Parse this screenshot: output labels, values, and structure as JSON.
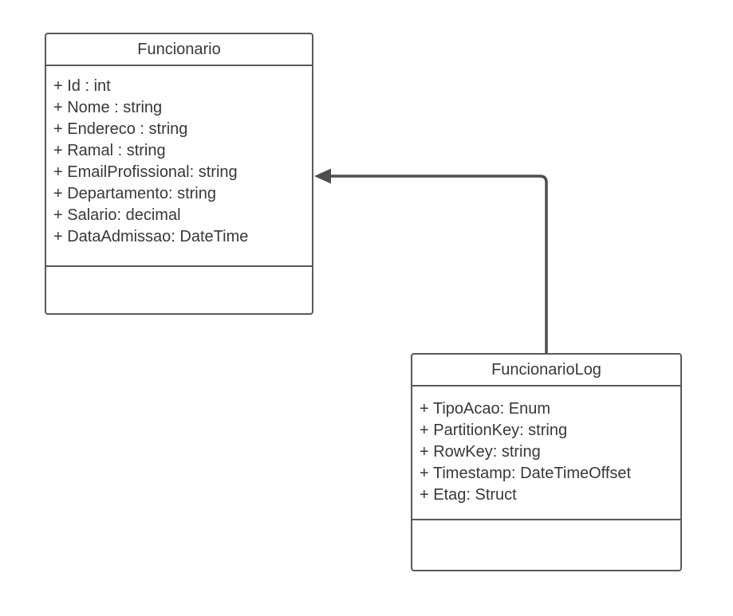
{
  "diagram": {
    "type": "uml-class-diagram",
    "colors": {
      "background": "#ffffff",
      "border": "#595959",
      "text": "#383838",
      "connector": "#4d4d4d"
    },
    "classes": [
      {
        "name": "Funcionario",
        "attributes": [
          "+ Id : int",
          "+ Nome : string",
          "+ Endereco : string",
          "+ Ramal : string",
          "+ EmailProfissional: string",
          "+ Departamento: string",
          "+ Salario: decimal",
          "+ DataAdmissao: DateTime"
        ],
        "methods": []
      },
      {
        "name": "FuncionarioLog",
        "attributes": [
          "+ TipoAcao: Enum",
          "+ PartitionKey: string",
          "+ RowKey: string",
          "+ Timestamp: DateTimeOffset",
          "+ Etag: Struct"
        ],
        "methods": []
      }
    ],
    "connector": {
      "from": "FuncionarioLog",
      "to": "Funcionario",
      "arrow": "filled-triangle",
      "style": "orthogonal"
    }
  }
}
